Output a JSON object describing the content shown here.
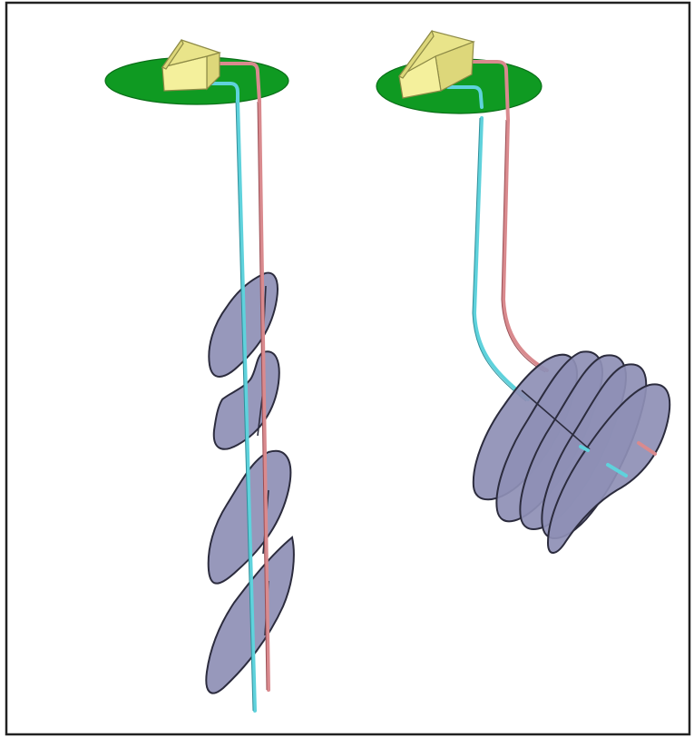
{
  "figure": {
    "panels": [
      {
        "id": "vertical-well",
        "fracture_count": 4
      },
      {
        "id": "horizontal-well",
        "fracture_count": 5
      }
    ],
    "colors": {
      "background": "#ffffff",
      "border": "#222222",
      "ground_pad": "#0f9a22",
      "wellhead_building": "#f4f09c",
      "injection_pipe": "#5fd2dc",
      "production_pipe": "#d98a8e",
      "fracture": "#8e8fb5"
    },
    "icons": [
      "wellhead-building-icon"
    ]
  }
}
